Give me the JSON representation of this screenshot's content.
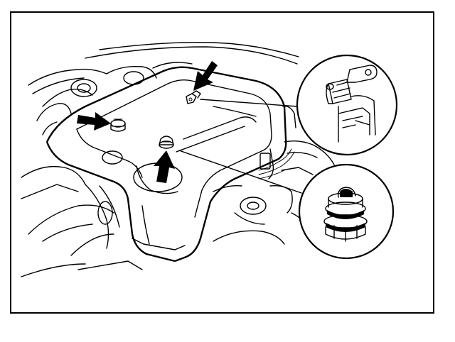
{
  "figure": {
    "kind": "engine cover removal illustration",
    "border_color": "#000000",
    "background": "#ffffff",
    "line_color": "#000000"
  },
  "arrows": [
    {
      "id": "left-fastener",
      "icon": "arrow-icon"
    },
    {
      "id": "rear-clip",
      "icon": "arrow-icon"
    },
    {
      "id": "center-fastener",
      "icon": "arrow-icon"
    }
  ],
  "insets": [
    {
      "id": "clip-bracket",
      "icon": "clip-bracket-icon"
    },
    {
      "id": "grommet",
      "icon": "rubber-grommet-icon"
    }
  ]
}
